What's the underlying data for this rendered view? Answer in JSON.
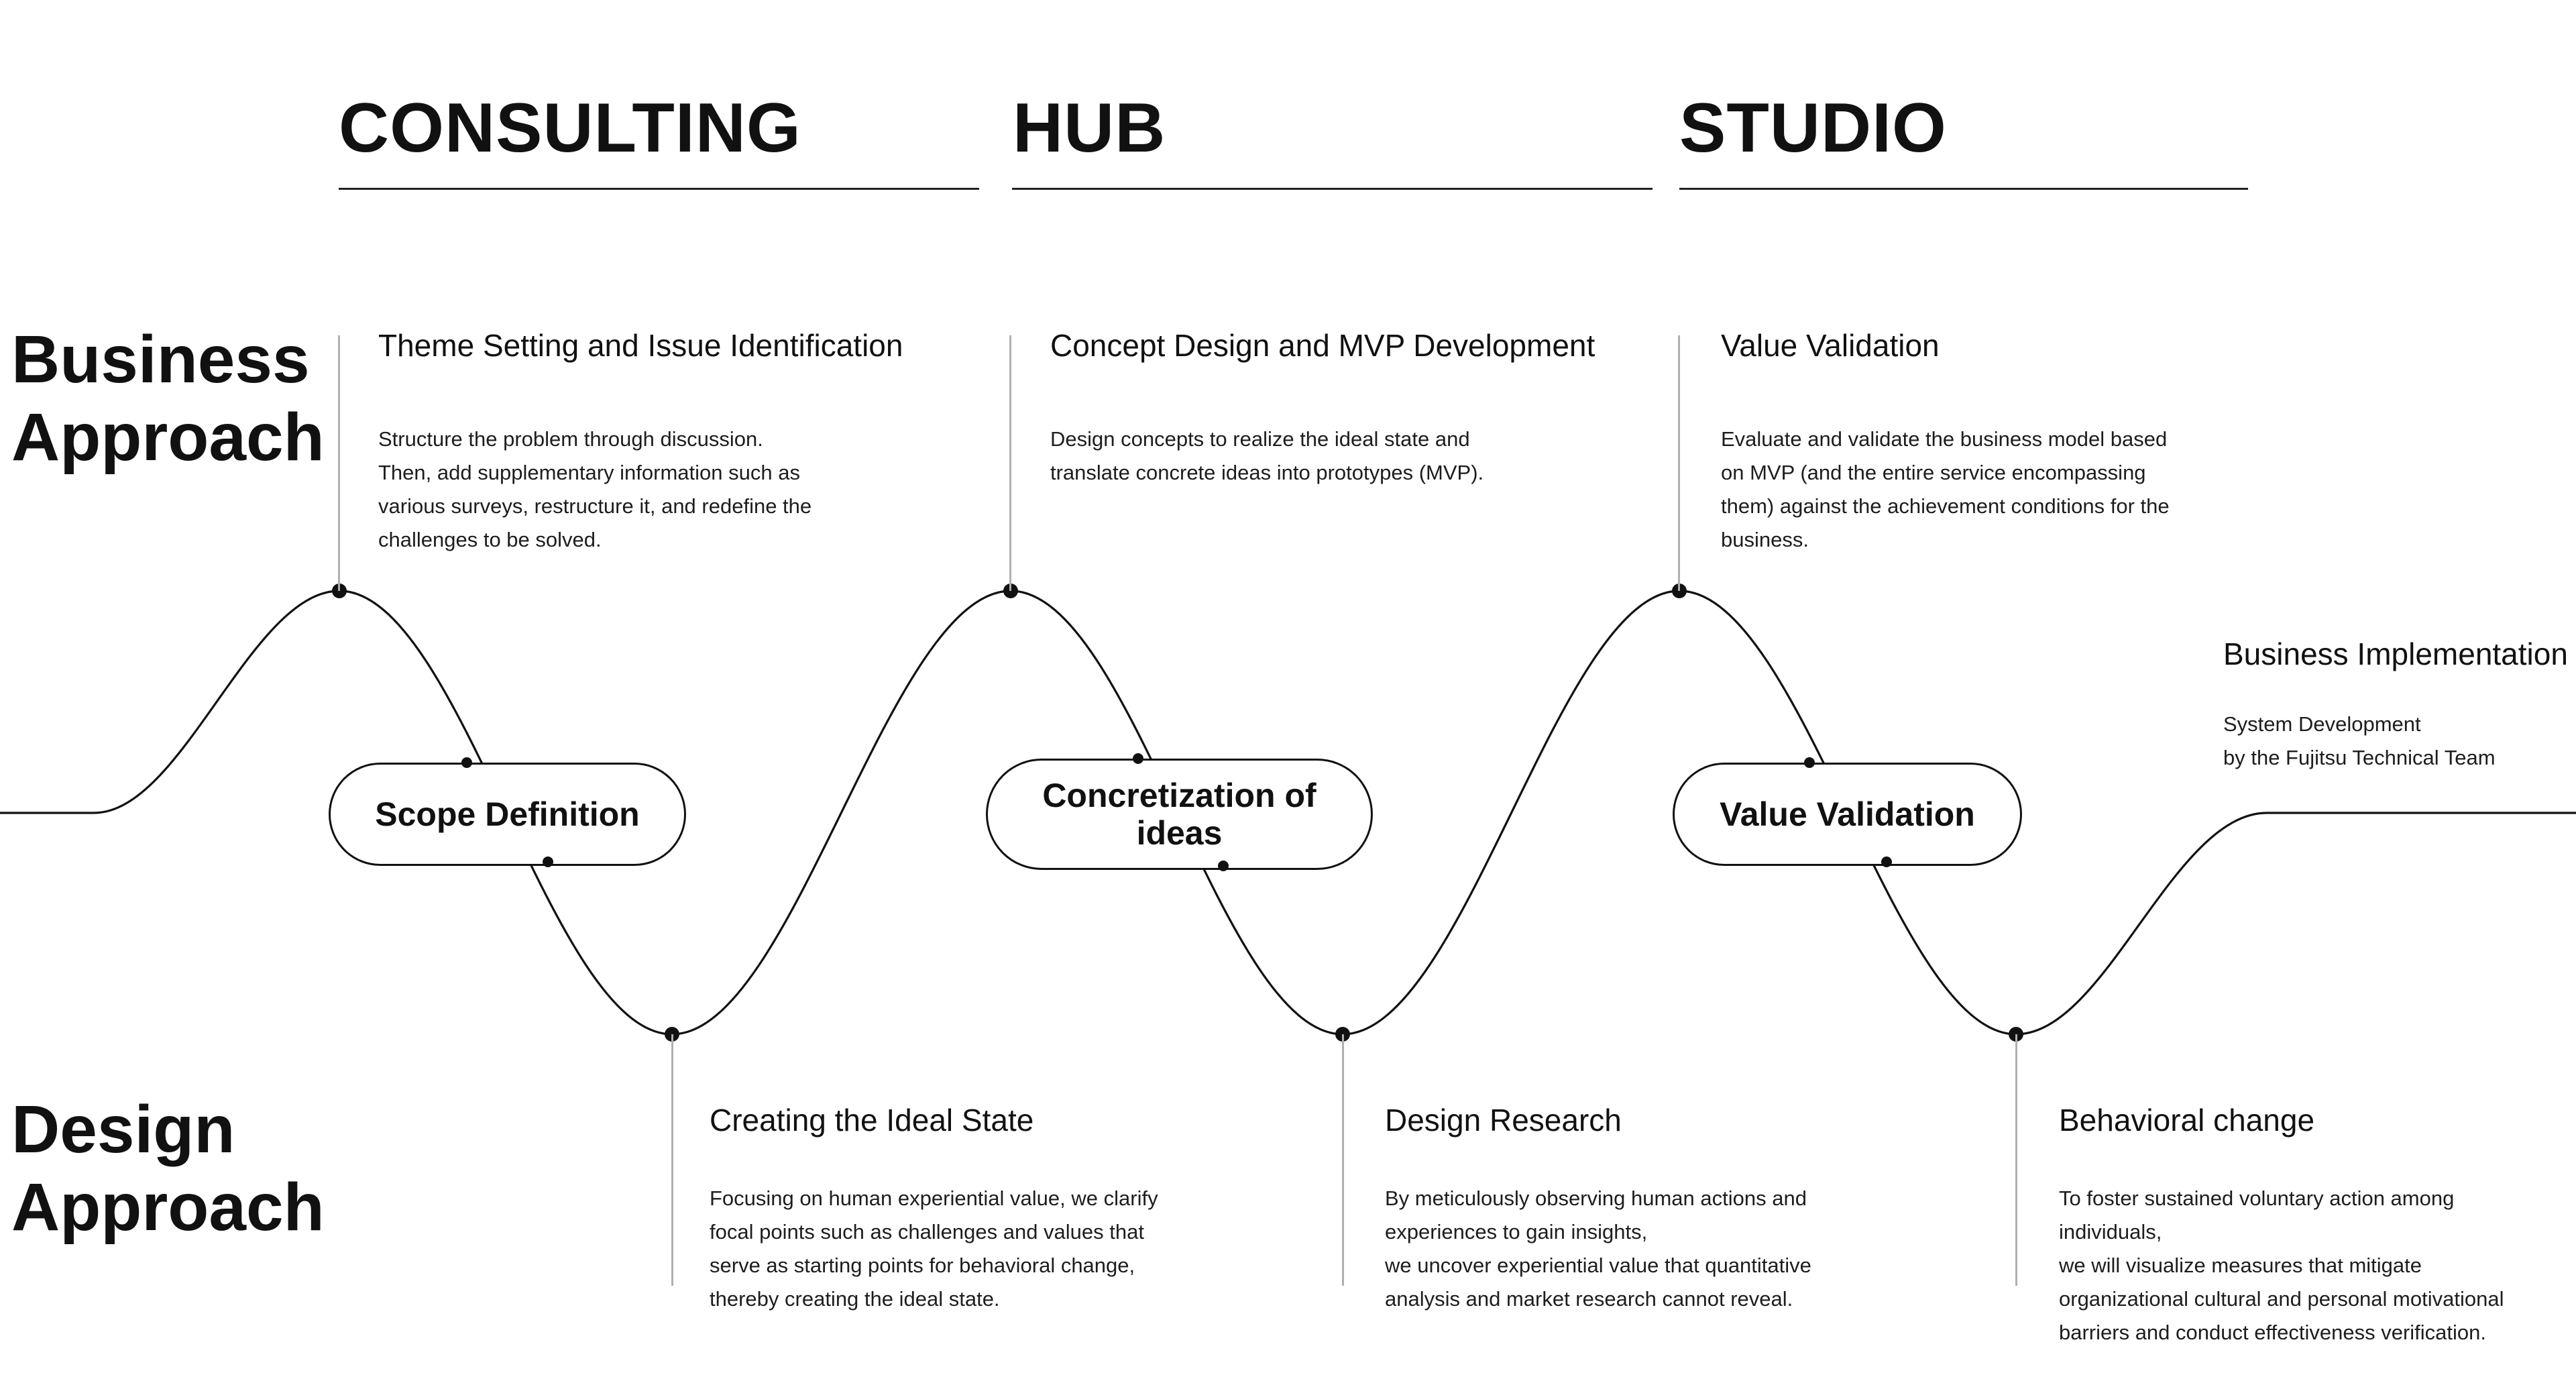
{
  "phases": [
    {
      "label": "CONSULTING"
    },
    {
      "label": "HUB"
    },
    {
      "label": "STUDIO"
    }
  ],
  "lanes": {
    "business": "Business\nApproach",
    "design": "Design\nApproach"
  },
  "business_cards": [
    {
      "title": "Theme Setting and Issue Identification",
      "body": [
        "Structure the problem through discussion.",
        "Then, add supplementary information such as",
        "various surveys, restructure it, and redefine the",
        "challenges to be solved."
      ]
    },
    {
      "title": "Concept Design and MVP Development",
      "body": [
        "Design concepts to realize the ideal state and",
        "translate concrete ideas into prototypes (MVP)."
      ]
    },
    {
      "title": "Value Validation",
      "body": [
        "Evaluate and validate the business model based",
        "on MVP (and the entire service encompassing",
        "them) against the achievement conditions for the",
        "business."
      ]
    }
  ],
  "design_cards": [
    {
      "title": "Creating the Ideal State",
      "body": [
        "Focusing on human experiential value, we clarify",
        "focal points such as challenges and values that",
        "serve as starting points for behavioral change,",
        "thereby creating the ideal state."
      ]
    },
    {
      "title": "Design Research",
      "body": [
        "By meticulously observing human actions and",
        "experiences to gain insights,",
        "we uncover experiential value that quantitative",
        "analysis and market research cannot reveal."
      ]
    },
    {
      "title": "Behavioral change",
      "body": [
        "To foster sustained voluntary action among",
        "individuals,",
        "we will visualize measures that mitigate",
        "organizational cultural and personal motivational",
        "barriers and conduct effectiveness verification."
      ]
    }
  ],
  "pills": [
    {
      "lines": [
        "Scope Definition"
      ]
    },
    {
      "lines": [
        "Concretization of",
        "ideas"
      ]
    },
    {
      "lines": [
        "Value Validation"
      ]
    }
  ],
  "implementation": {
    "title": "Business Implementation",
    "body": [
      "System Development",
      "by the Fujitsu Technical Team"
    ]
  },
  "colors": {
    "ink": "#111111",
    "body_text": "#1d1d1d",
    "connector_gray": "#b0b0b0",
    "background": "#ffffff"
  }
}
